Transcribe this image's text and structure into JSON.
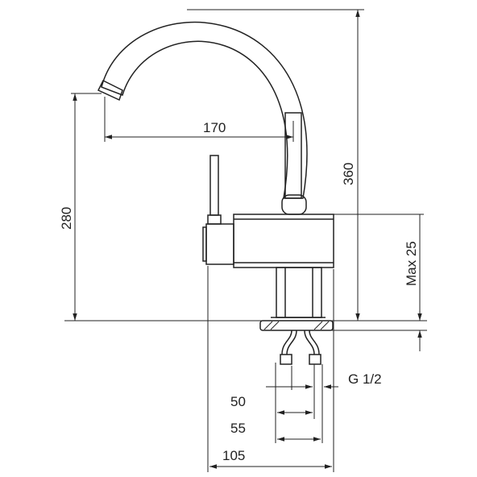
{
  "drawing": {
    "dimensions": {
      "spout_reach": "170",
      "total_height": "360",
      "spout_height": "280",
      "max_counter_thickness": "Max 25",
      "thread_size": "G 1/2",
      "hose_spacing_50": "50",
      "hose_spacing_55": "55",
      "base_width": "105"
    },
    "colors": {
      "line": "#222222",
      "background": "#ffffff"
    }
  }
}
